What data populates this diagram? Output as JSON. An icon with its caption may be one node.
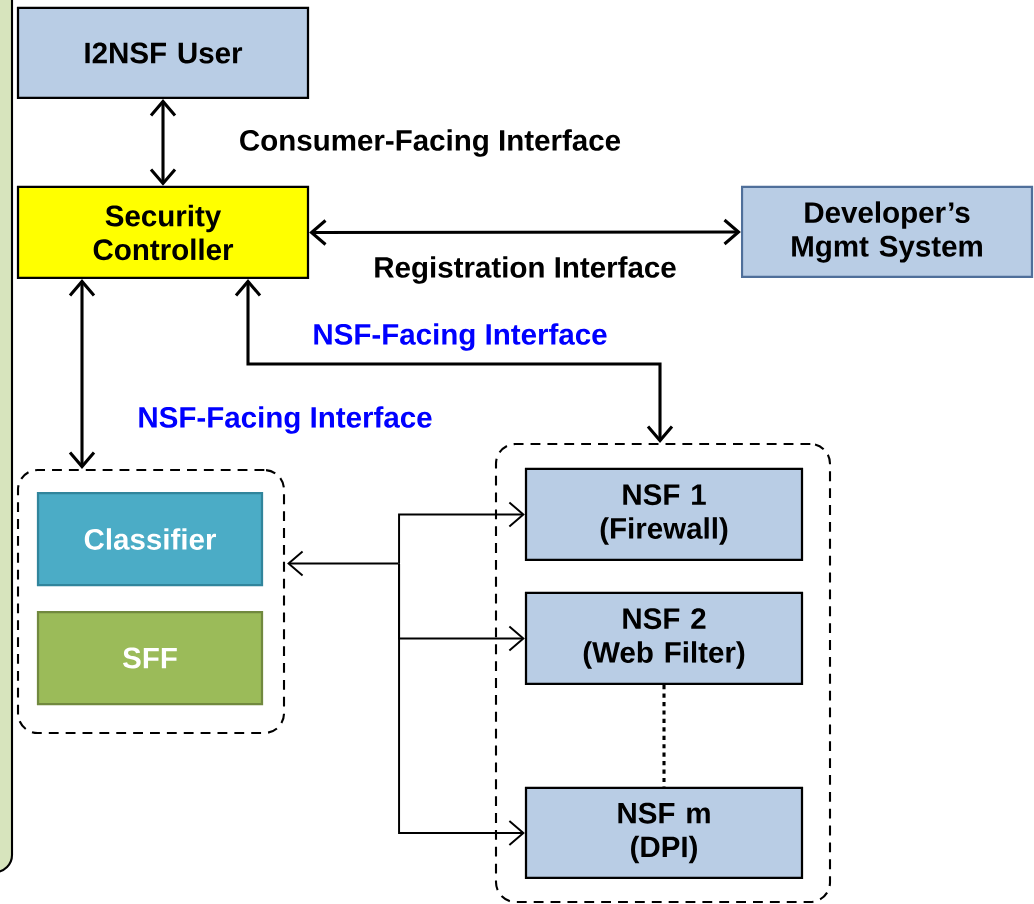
{
  "diagram": {
    "nodes": [
      {
        "text": [
          "I2NSF User"
        ]
      },
      {
        "text": [
          "Security Controller"
        ]
      },
      {
        "text": [
          "Developer’s Mgmt System"
        ]
      },
      {
        "text": [],
        "shape": "box"
      },
      {
        "text": [
          "Classifier"
        ],
        "in": 3
      },
      {
        "text": [
          "SFF"
        ],
        "in": 3
      },
      {
        "text": [],
        "shape": "box"
      },
      {
        "text": [
          "NSF 1",
          "(Firewall)"
        ],
        "in": 6
      },
      {
        "text": [
          "NSF 2",
          "(Web Filter)"
        ],
        "in": 6
      },
      {
        "text": [
          "NSF m",
          "(DPI)"
        ],
        "in": 6
      }
    ],
    "edges": [
      {
        "from": 0,
        "to": 1,
        "arrow": "both",
        "label": "Consumer-Facing Interface"
      },
      {
        "from": 1,
        "to": 2,
        "arrow": "both",
        "label": "Registration Interface"
      },
      {
        "from": 1,
        "to": 3,
        "arrow": "both",
        "label": "NSF-Facing Interface"
      },
      {
        "from": 1,
        "to": 6,
        "arrow": "both",
        "label": "NSF-Facing Interface"
      },
      {
        "from": 3,
        "to": 7,
        "arrow": "both"
      },
      {
        "from": 3,
        "to": 8,
        "arrow": "both"
      },
      {
        "from": 3,
        "to": 9,
        "arrow": "both"
      },
      {
        "from": 8,
        "to": 9,
        "arrow": "none",
        "style": "dashed"
      }
    ]
  }
}
